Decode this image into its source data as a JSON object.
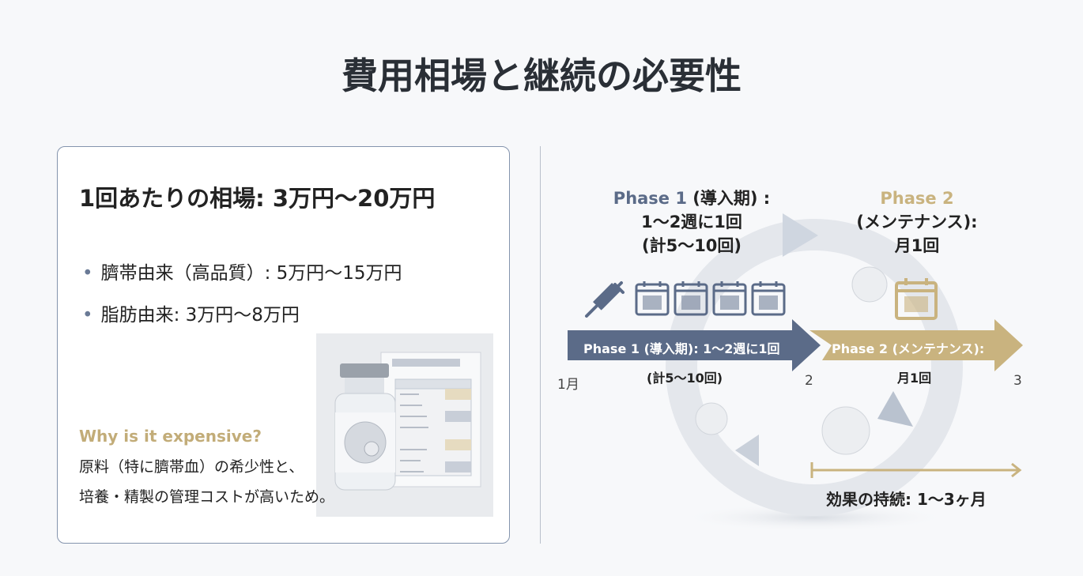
{
  "title": "費用相場と継続の必要性",
  "left": {
    "heading": "1回あたりの相場: 3万円〜20万円",
    "bullets": [
      "臍帯由来（高品質）: 5万円〜15万円",
      "脂肪由来: 3万円〜8万円"
    ],
    "why_title": "Why is it expensive?",
    "why_lines": [
      "原料（特に臍帯血）の希少性と、",
      "培養・精製の管理コストが高いため。"
    ]
  },
  "right": {
    "phase1": {
      "name": "Phase 1",
      "rest": " (導入期) :",
      "line2": "1〜2週に1回",
      "line3": "(計5〜10回)"
    },
    "phase2": {
      "name": "Phase 2",
      "line2": "(メンテナンス):",
      "line3": "月1回"
    },
    "arrow1": "Phase 1 (導入期): 1〜2週に1回",
    "arrow2": "Phase 2 (メンテナンス):",
    "below1": "(計5〜10回)",
    "below2": "月1回",
    "ticks": [
      "1月",
      "2",
      "3"
    ],
    "duration": "効果の持続: 1〜3ヶ月"
  },
  "colors": {
    "slate": "#5b6b88",
    "gold": "#c9b37f"
  }
}
